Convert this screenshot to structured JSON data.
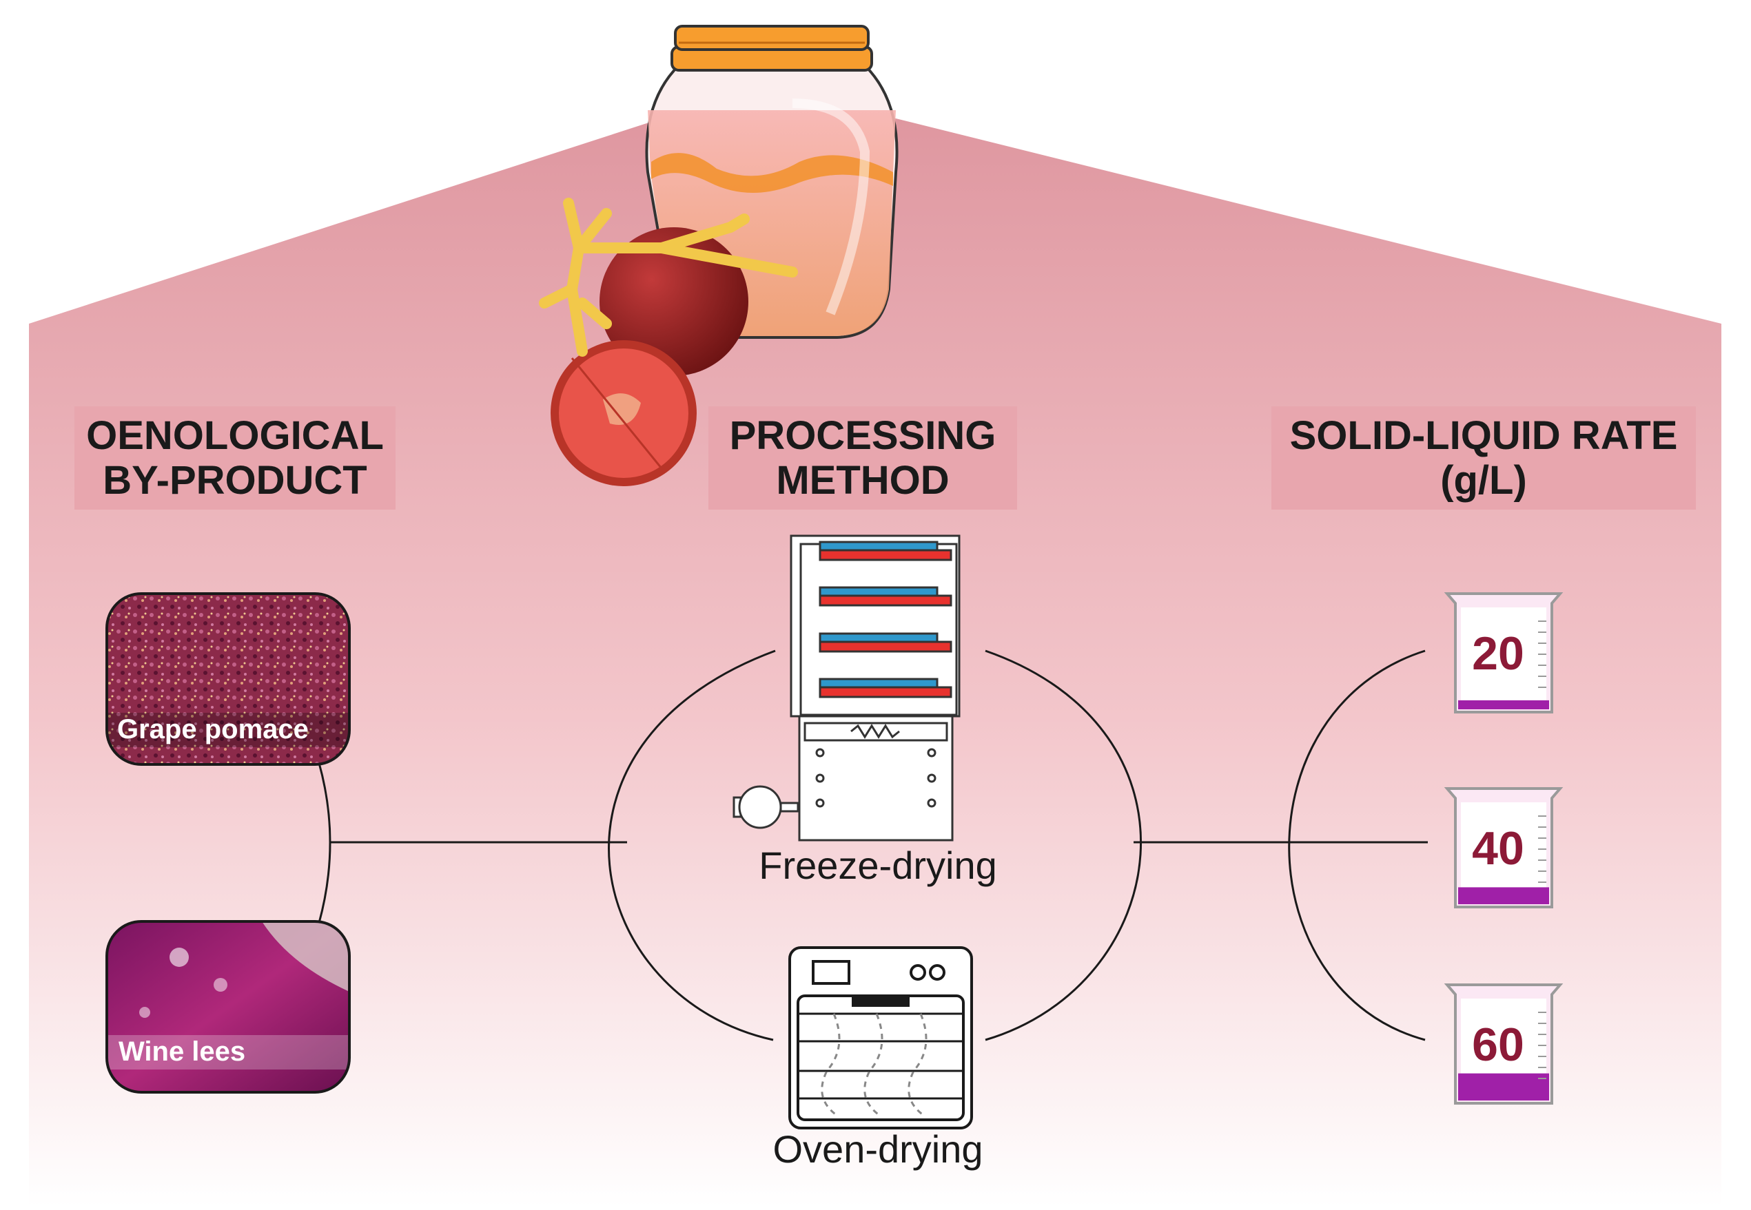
{
  "headers": {
    "byproduct": [
      "OENOLOGICAL",
      "BY-PRODUCT"
    ],
    "processing": [
      "PROCESSING",
      "METHOD"
    ],
    "ratio": [
      "SOLID-LIQUID RATE",
      "(g/L)"
    ]
  },
  "byproducts": [
    {
      "label": "Grape pomace",
      "icon": "grape-pomace-photo"
    },
    {
      "label": "Wine lees",
      "icon": "wine-lees-photo"
    }
  ],
  "methods": [
    {
      "label": "Freeze-drying",
      "icon": "freeze-dryer-icon"
    },
    {
      "label": "Oven-drying",
      "icon": "oven-icon"
    }
  ],
  "rates": [
    {
      "value": "20",
      "fill_fraction": 0.08
    },
    {
      "value": "40",
      "fill_fraction": 0.15
    },
    {
      "value": "60",
      "fill_fraction": 0.24
    }
  ],
  "colors": {
    "roof_top": "#e09aa3",
    "roof_bottom": "#ffffff",
    "header_box": "#e8a6ae",
    "accent_red": "#e8322e",
    "accent_blue": "#2f98cc",
    "beaker_liquid": "#a020a8",
    "number_color": "#8c1a37"
  }
}
